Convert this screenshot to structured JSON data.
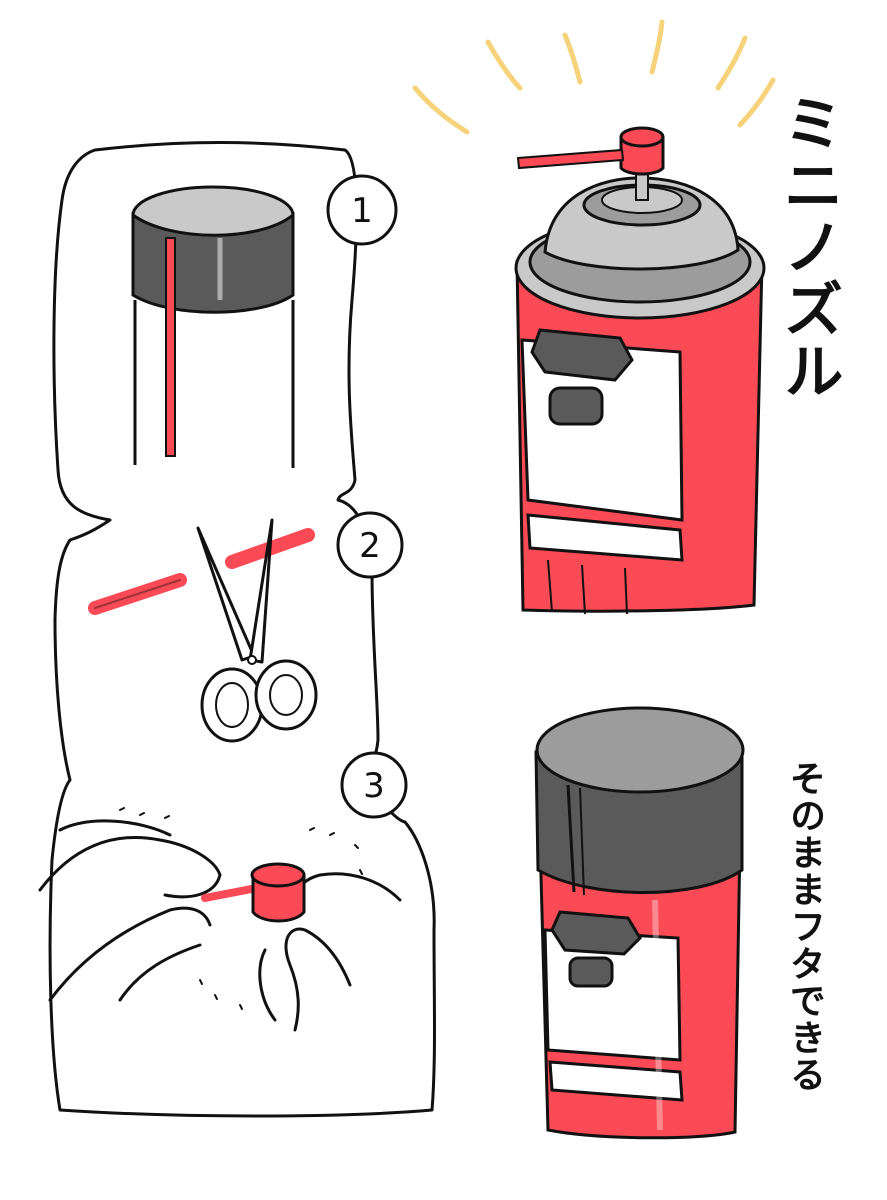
{
  "labels": {
    "mini_nozzle": "ミニノズル",
    "cap_as_is": "そのままフタできる"
  },
  "steps": [
    "1",
    "2",
    "3"
  ],
  "colors": {
    "red": "#fa4a55",
    "dark_cap": "#5a5a5a",
    "grey": "#9c9c9c",
    "light_grey": "#c9c9c9",
    "sparkle": "#f6d27a",
    "ink": "#111111"
  }
}
